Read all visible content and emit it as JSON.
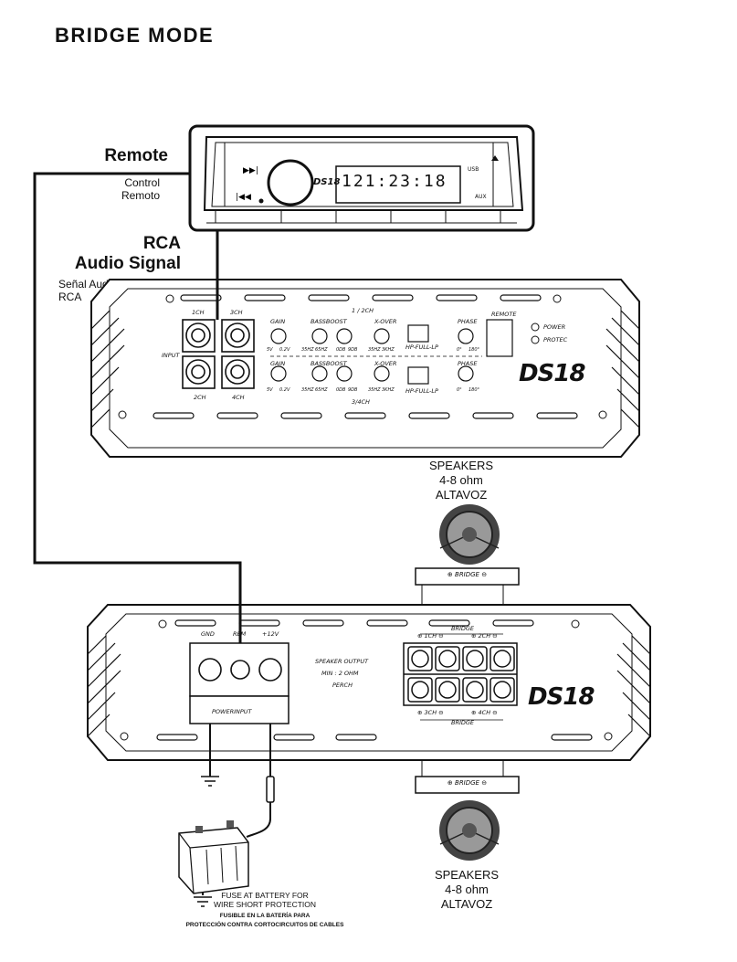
{
  "title": "BRIDGE MODE",
  "remote": {
    "label": "Remote",
    "sub1": "Control",
    "sub2": "Remoto"
  },
  "rca": {
    "label1": "RCA",
    "label2": "Audio Signal",
    "sub1": "Señal Audio",
    "sub2": "RCA"
  },
  "head_unit": {
    "display": "121:23:18",
    "logo": "DS18",
    "usb": "USB",
    "aux": "AUX",
    "next_icon": "next-track-icon",
    "prev_icon": "prev-track-icon"
  },
  "amp1": {
    "channel_labels": [
      "1CH",
      "3CH",
      "2CH",
      "4CH"
    ],
    "input_label": "INPUT",
    "section_top": "1 / 2CH",
    "section_bottom": "3/4CH",
    "gain": "GAIN",
    "bass_boost": "BASSBOOST",
    "xover": "X-OVER",
    "phase": "PHASE",
    "remote": "REMOTE",
    "power": "POWER",
    "protect": "PROTEC",
    "hp_full_lp": "HP-FULL-LP",
    "gain_range": [
      "5V",
      "0.2V"
    ],
    "bass_freq": [
      "35HZ",
      "65HZ"
    ],
    "bass_db": [
      "0DB",
      "9DB"
    ],
    "xover_freq": [
      "35HZ",
      "3KHZ"
    ],
    "phase_range": [
      "0°",
      "180°"
    ],
    "logo": "DS18"
  },
  "speakers_top": {
    "line1": "SPEAKERS",
    "line2": "4-8 ohm",
    "line3": "ALTAVOZ",
    "bridge_box": "BRIDGE"
  },
  "amp2": {
    "power_terminals": [
      "GND",
      "REM",
      "+12V"
    ],
    "power_input": "POWERINPUT",
    "speaker_output": "SPEAKER OUTPUT",
    "min_ohm": "MIN : 2 OHM",
    "per_ch": "PERCH",
    "bridge_top": "BRIDGE",
    "bridge_bottom": "BRIDGE",
    "ch_top": [
      "1CH",
      "2CH"
    ],
    "ch_bottom": [
      "3CH",
      "4CH"
    ],
    "logo": "DS18"
  },
  "speakers_bottom": {
    "line1": "SPEAKERS",
    "line2": "4-8 ohm",
    "line3": "ALTAVOZ",
    "bridge_box": "BRIDGE"
  },
  "fuse_note": {
    "en1": "FUSE AT BATTERY FOR",
    "en2": "WIRE SHORT PROTECTION",
    "es1": "FUSIBLE EN LA BATERÍA PARA",
    "es2": "PROTECCIÓN CONTRA CORTOCIRCUITOS DE CABLES"
  }
}
